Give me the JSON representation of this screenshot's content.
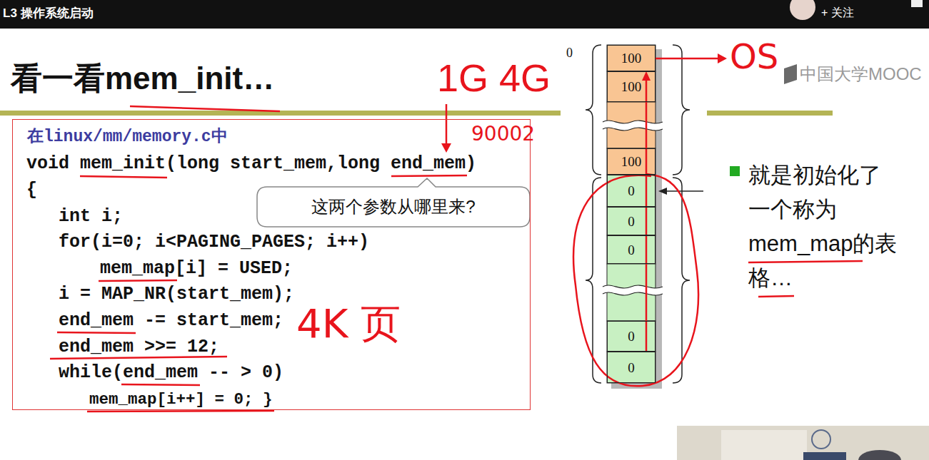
{
  "diagram": {
    "title": "看一看mem_init…",
    "nodes": [
      {
        "text": [
          "在linux/mm/memory.c中",
          "void mem_init(long start_mem,long end_mem)",
          "{",
          "int i;",
          "for(i=0; i<PAGING_PAGES; i++)",
          "mem_map[i] = USED;",
          "i = MAP_NR(start_mem);",
          "end_mem -= start_mem;",
          "end_mem >>= 12;",
          "while(end_mem -- > 0)",
          "mem_map[i++] = 0; }"
        ]
      },
      {
        "text": [
          "这两个参数从哪里来?"
        ]
      },
      {
        "text": [
          "100"
        ]
      },
      {
        "text": [
          "100"
        ]
      },
      {
        "text": [
          "100"
        ]
      },
      {
        "text": [
          "0"
        ]
      },
      {
        "text": [
          "0"
        ]
      },
      {
        "text": [
          "0"
        ]
      },
      {
        "text": [
          "0"
        ]
      },
      {
        "text": [
          "0"
        ]
      }
    ],
    "edges": [
      {
        "from": 9,
        "to": 2,
        "arrow": "to"
      }
    ],
    "labels": [
      "L3 操作系统启动",
      "+ 关注",
      "1G 4G",
      "90002",
      "4K 页",
      "0",
      "OS",
      "中国大学MOOC",
      "就是初始化了一个称为mem_map的表格…"
    ]
  }
}
